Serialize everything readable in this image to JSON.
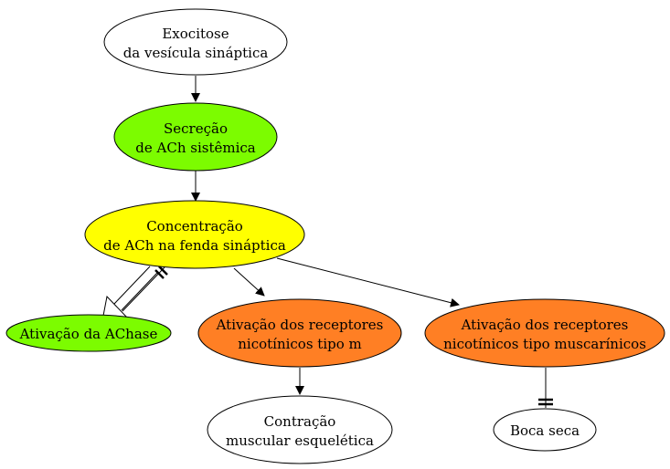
{
  "colors": {
    "white": "#ffffff",
    "green": "#7cfc00",
    "yellow": "#ffff00",
    "orange": "#ff7f24",
    "stroke": "#000000"
  },
  "nodes": {
    "exocitose": {
      "line1": "Exocitose",
      "line2": "da vesícula sináptica",
      "fill": "white"
    },
    "secrecao": {
      "line1": "Secreção",
      "line2": "de ACh sistêmica",
      "fill": "green"
    },
    "concentracao": {
      "line1": "Concentração",
      "line2": "de ACh na fenda sináptica",
      "fill": "yellow"
    },
    "achase": {
      "line1": "Ativação da AChase",
      "fill": "green"
    },
    "nicotinicos": {
      "line1": "Ativação dos receptores",
      "line2": "nicotínicos tipo m",
      "fill": "orange"
    },
    "muscarinicos": {
      "line1": "Ativação dos receptores",
      "line2": "nicotínicos tipo muscarínicos",
      "fill": "orange"
    },
    "contracao": {
      "line1": "Contração",
      "line2": "muscular esquelética",
      "fill": "white"
    },
    "boca_seca": {
      "line1": "Boca seca",
      "fill": "white"
    }
  },
  "edges": [
    {
      "from": "exocitose",
      "to": "secrecao",
      "type": "activates"
    },
    {
      "from": "secrecao",
      "to": "concentracao",
      "type": "activates"
    },
    {
      "from": "concentracao",
      "to": "achase",
      "type": "activates"
    },
    {
      "from": "achase",
      "to": "concentracao",
      "type": "inhibits"
    },
    {
      "from": "concentracao",
      "to": "nicotinicos",
      "type": "activates"
    },
    {
      "from": "concentracao",
      "to": "muscarinicos",
      "type": "activates"
    },
    {
      "from": "nicotinicos",
      "to": "contracao",
      "type": "activates"
    },
    {
      "from": "muscarinicos",
      "to": "boca_seca",
      "type": "inhibits"
    }
  ]
}
